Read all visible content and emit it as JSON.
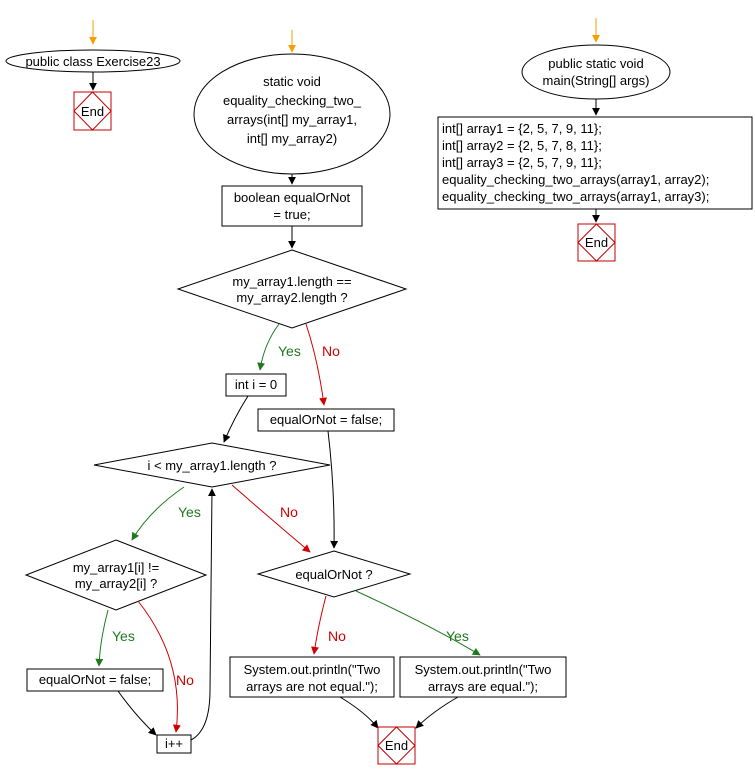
{
  "colors": {
    "start_arrow": "#f5a000",
    "yes": "#1e7a1e",
    "no": "#d10000",
    "line": "#000000",
    "end_border": "#c00000"
  },
  "class_start": "public class Exercise23",
  "method": {
    "sig1": "static void",
    "sig2": "equality_checking_two_",
    "sig3": "arrays(int[] my_array1,",
    "sig4": "int[] my_array2)",
    "init1": "boolean equalOrNot",
    "init2": "= true;",
    "cond1a": "my_array1.length ==",
    "cond1b": "my_array2.length ?",
    "loop_init": "int i = 0",
    "set_false": "equalOrNot = false;",
    "loop_cond": "i < my_array1.length ?",
    "cmp1": "my_array1[i] !=",
    "cmp2": "my_array2[i] ?",
    "set_false2": "equalOrNot = false;",
    "incr": "i++",
    "check": "equalOrNot ?",
    "print_no1": "System.out.println(\"Two",
    "print_no2": "arrays are not equal.\");",
    "print_yes1": "System.out.println(\"Two",
    "print_yes2": "arrays are equal.\");"
  },
  "main": {
    "sig1": "public static void",
    "sig2": "main(String[] args)",
    "body": [
      "int[] array1 = {2, 5, 7, 9, 11};",
      "int[] array2 = {2, 5, 7, 8, 11};",
      "int[] array3 = {2, 5, 7, 9, 11};",
      "equality_checking_two_arrays(array1, array2);",
      "equality_checking_two_arrays(array1, array3);"
    ]
  },
  "end_label": "End",
  "yes_label": "Yes",
  "no_label": "No"
}
